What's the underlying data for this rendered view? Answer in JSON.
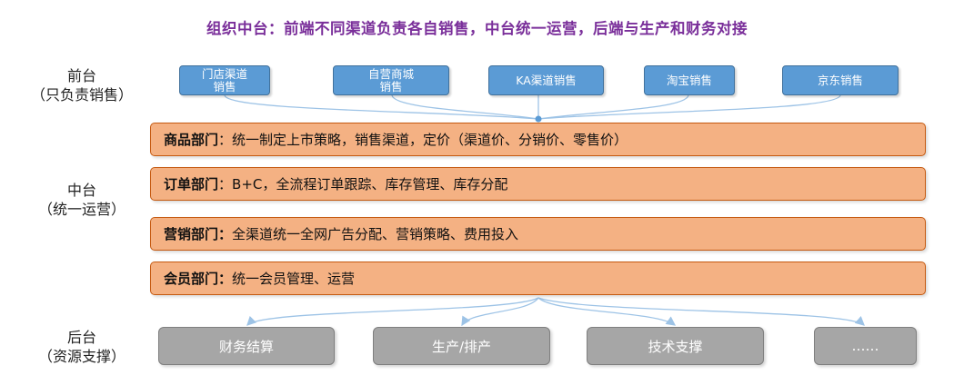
{
  "title": "组织中台：前端不同渠道负责各自销售，中台统一运营，后端与生产和财务对接",
  "tiers": {
    "front": {
      "name": "前台",
      "sub": "（只负责销售）"
    },
    "middle": {
      "name": "中台",
      "sub": "（统一运营）"
    },
    "back": {
      "name": "后台",
      "sub": "（资源支撑）"
    }
  },
  "front_channels": [
    {
      "line1": "门店渠道",
      "line2": "销售"
    },
    {
      "line1": "自营商城",
      "line2": "销售"
    },
    {
      "line1": "KA渠道销售",
      "line2": ""
    },
    {
      "line1": "淘宝销售",
      "line2": ""
    },
    {
      "line1": "京东销售",
      "line2": ""
    }
  ],
  "departments": [
    {
      "name": "商品部门",
      "sep": "：",
      "desc": "统一制定上市策略，销售渠道，定价（渠道价、分销价、零售价）"
    },
    {
      "name": "订单部门",
      "sep": "：",
      "desc": "B+C，全流程订单跟踪、库存管理、库存分配"
    },
    {
      "name": "营销部门：",
      "sep": "",
      "desc": "全渠道统一全网广告分配、营销策略、费用投入"
    },
    {
      "name": "会员部门：",
      "sep": "",
      "desc": "统一会员管理、运营"
    }
  ],
  "back_resources": [
    "财务结算",
    "生产/排产",
    "技术支撑",
    "……"
  ],
  "colors": {
    "title": "#7a2f9a",
    "front_box": "#5b9bd5",
    "dept_box": "#f4b183",
    "dept_border": "#c55a11",
    "back_box": "#a6a6a6",
    "connector": "#9dc3e6"
  }
}
